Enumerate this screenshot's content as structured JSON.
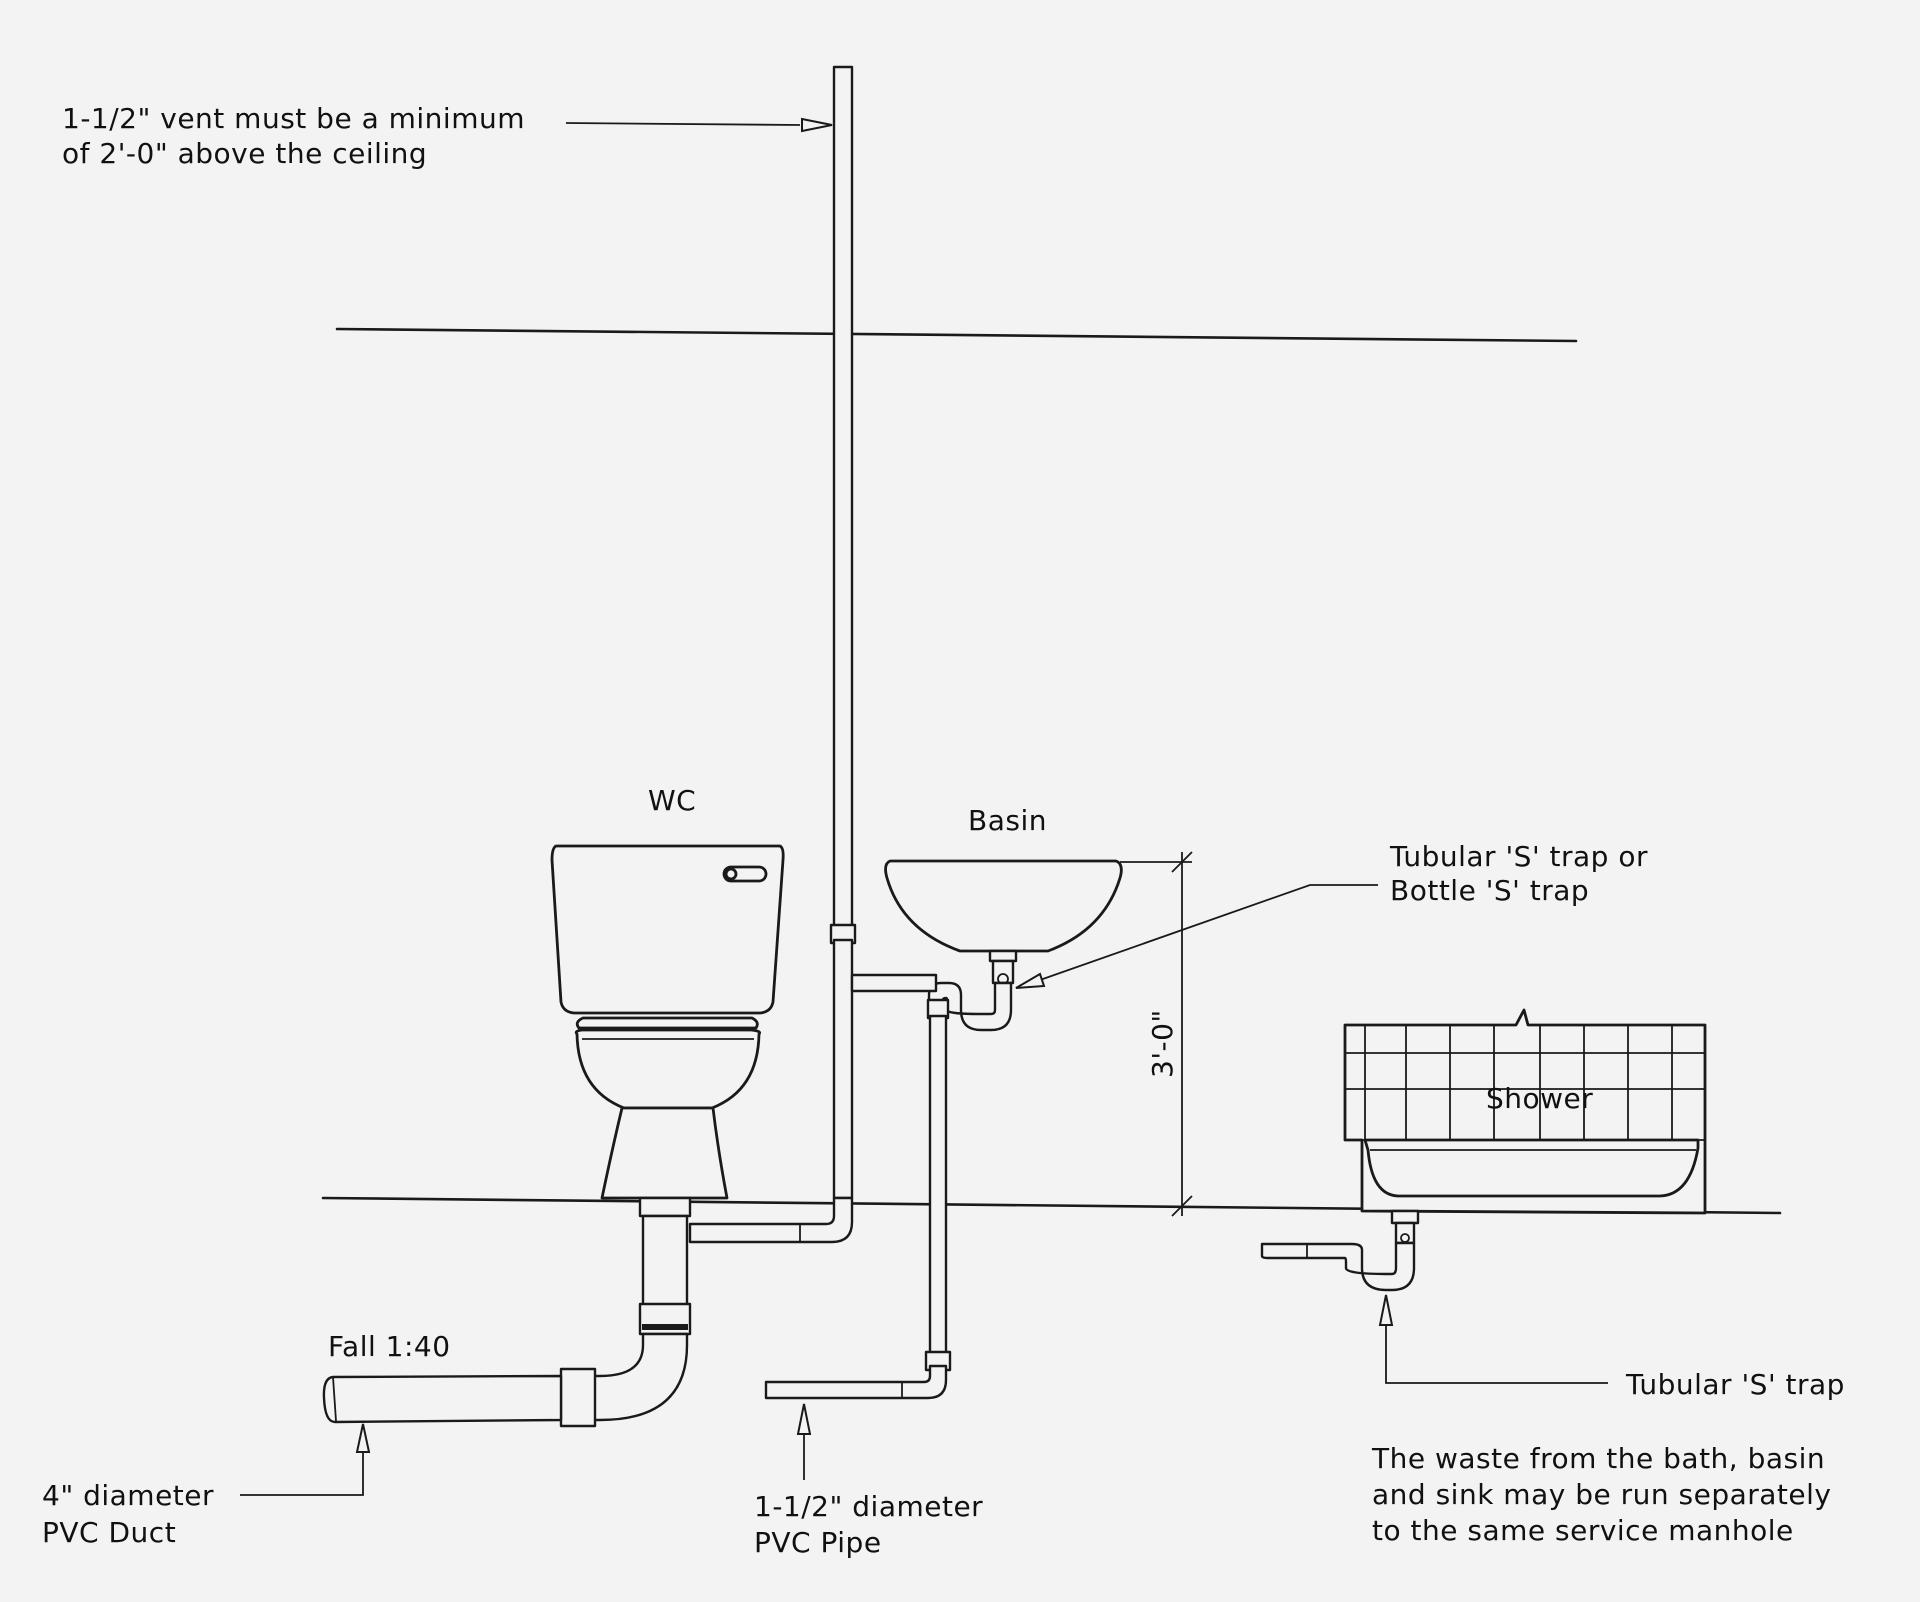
{
  "labels": {
    "vent_note_line1": "1-1/2\" vent must be a minimum",
    "vent_note_line2": "of 2'-0\" above the ceiling",
    "wc": "WC",
    "basin": "Basin",
    "trap_note_line1": "Tubular 'S' trap or",
    "trap_note_line2": "Bottle 'S' trap",
    "dimension": "3'-0\"",
    "shower": "Shower",
    "fall": "Fall 1:40",
    "duct_line1": "4\" diameter",
    "duct_line2": "PVC Duct",
    "pipe_line1": "1-1/2\" diameter",
    "pipe_line2": "PVC Pipe",
    "shower_trap": "Tubular 'S' trap",
    "waste_note_line1": "The waste from the bath, basin",
    "waste_note_line2": "and sink may be run separately",
    "waste_note_line3": "to the same service manhole"
  }
}
